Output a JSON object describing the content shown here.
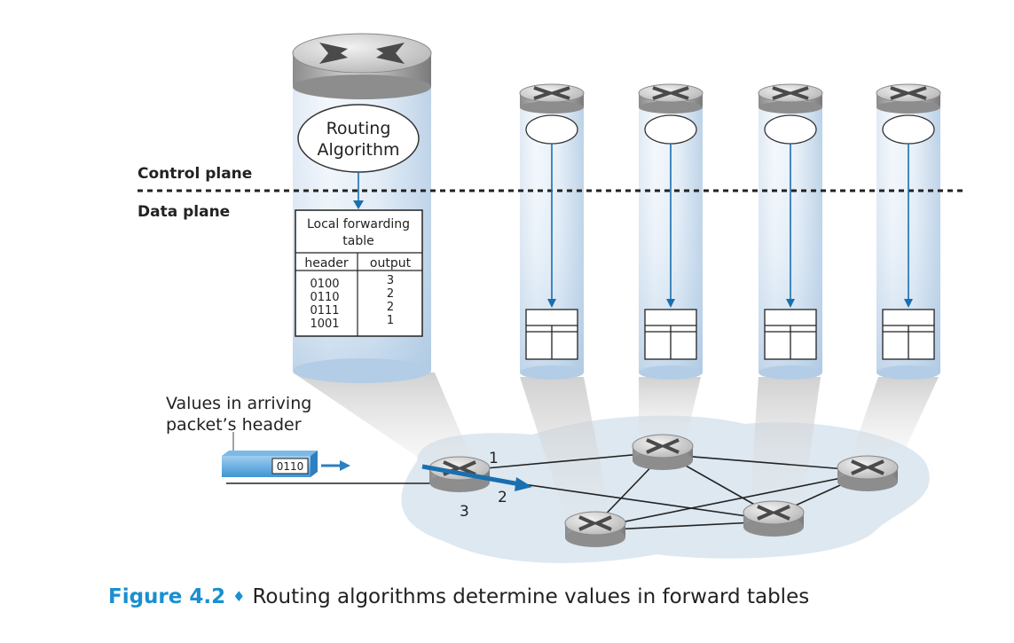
{
  "labels": {
    "control_plane": "Control plane",
    "data_plane": "Data plane",
    "routing_algorithm_line1": "Routing",
    "routing_algorithm_line2": "Algorithm",
    "arriving_line1": "Values in arriving",
    "arriving_line2": "packet’s header",
    "packet_value": "0110"
  },
  "forwarding_table": {
    "title_line1": "Local forwarding",
    "title_line2": "table",
    "col_header": "header",
    "col_output": "output",
    "rows": [
      {
        "header": "0100",
        "output": "3"
      },
      {
        "header": "0110",
        "output": "2"
      },
      {
        "header": "0111",
        "output": "2"
      },
      {
        "header": "1001",
        "output": "1"
      }
    ]
  },
  "port_labels": {
    "p1": "1",
    "p2": "2",
    "p3": "3"
  },
  "caption": {
    "number": "Figure 4.2",
    "separator": "♦",
    "text": "Routing algorithms determine values in forward tables"
  },
  "colors": {
    "accent": "#1a8fd0",
    "arrow": "#1a6fae",
    "column_light": "#eaf2fa",
    "column_blue": "#b8d3ea",
    "cloud": "#dde9f2"
  }
}
